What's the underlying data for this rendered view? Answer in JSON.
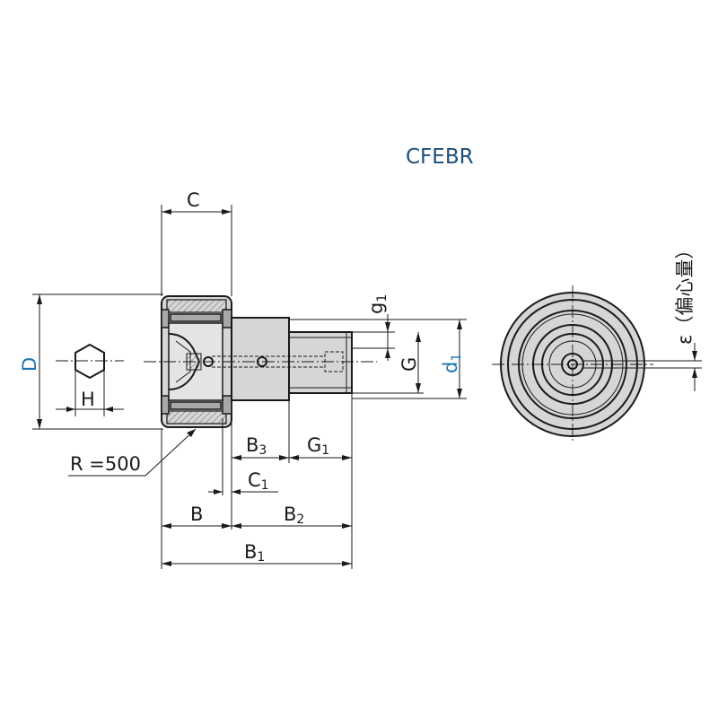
{
  "title": "CFEBR",
  "dimensions": {
    "C": "C",
    "D": "D",
    "H": "H",
    "R": "R =500",
    "g1_main": "g",
    "g1_sub": "1",
    "G": "G",
    "d1_main": "d",
    "d1_sub": "1",
    "B3_main": "B",
    "B3_sub": "3",
    "G1_main": "G",
    "G1_sub": "1",
    "C1_main": "C",
    "C1_sub": "1",
    "B": "B",
    "B2_main": "B",
    "B2_sub": "2",
    "B1_main": "B",
    "B1_sub": "1"
  },
  "eccentricity_label": "ε（偏心量）",
  "colors": {
    "title": "#1f4e79",
    "blue_labels": "#1a73b5",
    "line": "#1a1a1a",
    "body_fill": "#d6d6d6"
  }
}
